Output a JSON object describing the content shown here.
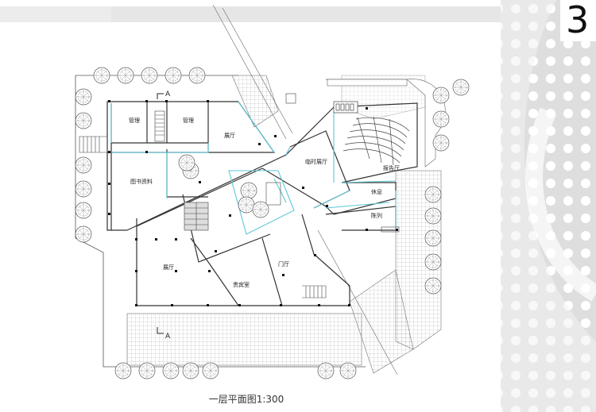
{
  "page_number": "3",
  "caption": "一层平面图1:300",
  "section_marks": {
    "top": "A",
    "bottom": "A"
  },
  "rooms": {
    "management_1": "管理",
    "management_2": "管理",
    "exhibition_hall_upper": "展厅",
    "library_archive": "图书资料",
    "temporary_exhibition": "临时展厅",
    "lecture_hall": "报告厅",
    "rest": "休息",
    "display": "陈列",
    "exhibition_hall_lower": "展厅",
    "entrance_hall": "门厅",
    "vip_room": "贵宾室"
  },
  "colors": {
    "wall": "#333333",
    "glazing": "#5bc8d8",
    "accent_band": "#e6e6e6",
    "dots": "#ffffff"
  }
}
